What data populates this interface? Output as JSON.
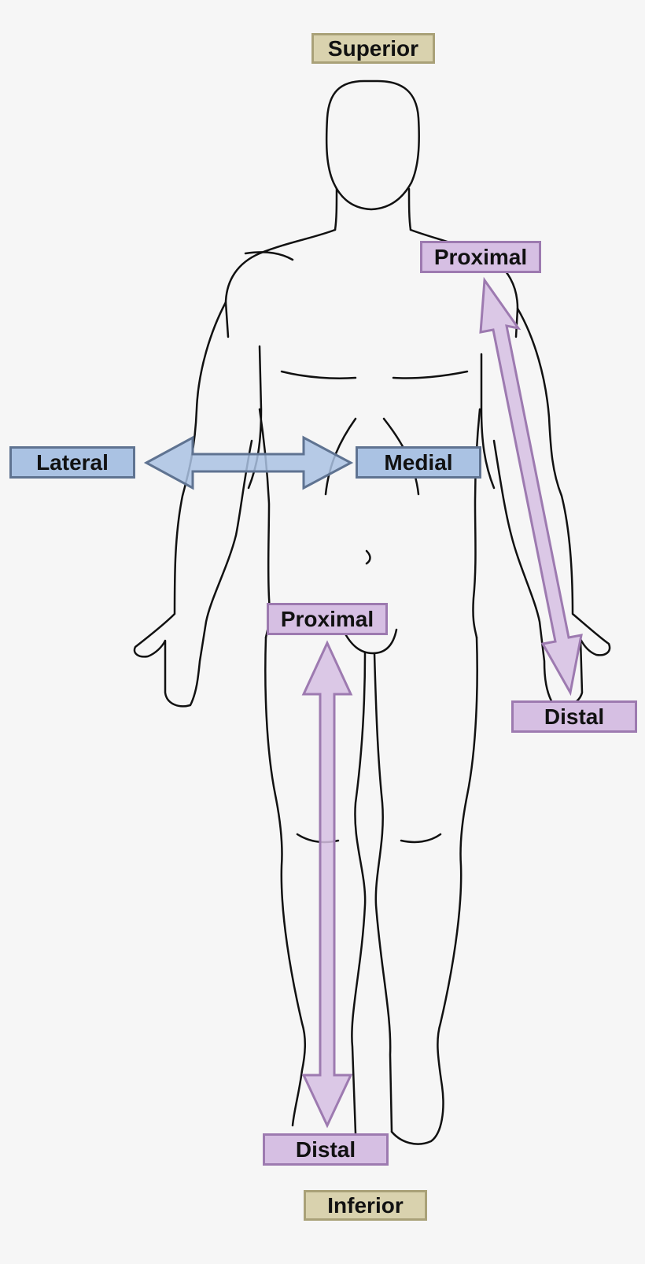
{
  "labels": {
    "superior": "Superior",
    "inferior": "Inferior",
    "lateral": "Lateral",
    "medial": "Medial",
    "proximal_arm": "Proximal",
    "distal_arm": "Distal",
    "proximal_leg": "Proximal",
    "distal_leg": "Distal"
  },
  "colors": {
    "background": "#f6f6f6",
    "outline": "#111111",
    "tan_fill": "#d9d2ae",
    "tan_border": "#a9a178",
    "blue_fill": "#aac2e3",
    "blue_border": "#5f7391",
    "purple_fill": "#d6bfe3",
    "purple_border": "#9d7ab0"
  }
}
